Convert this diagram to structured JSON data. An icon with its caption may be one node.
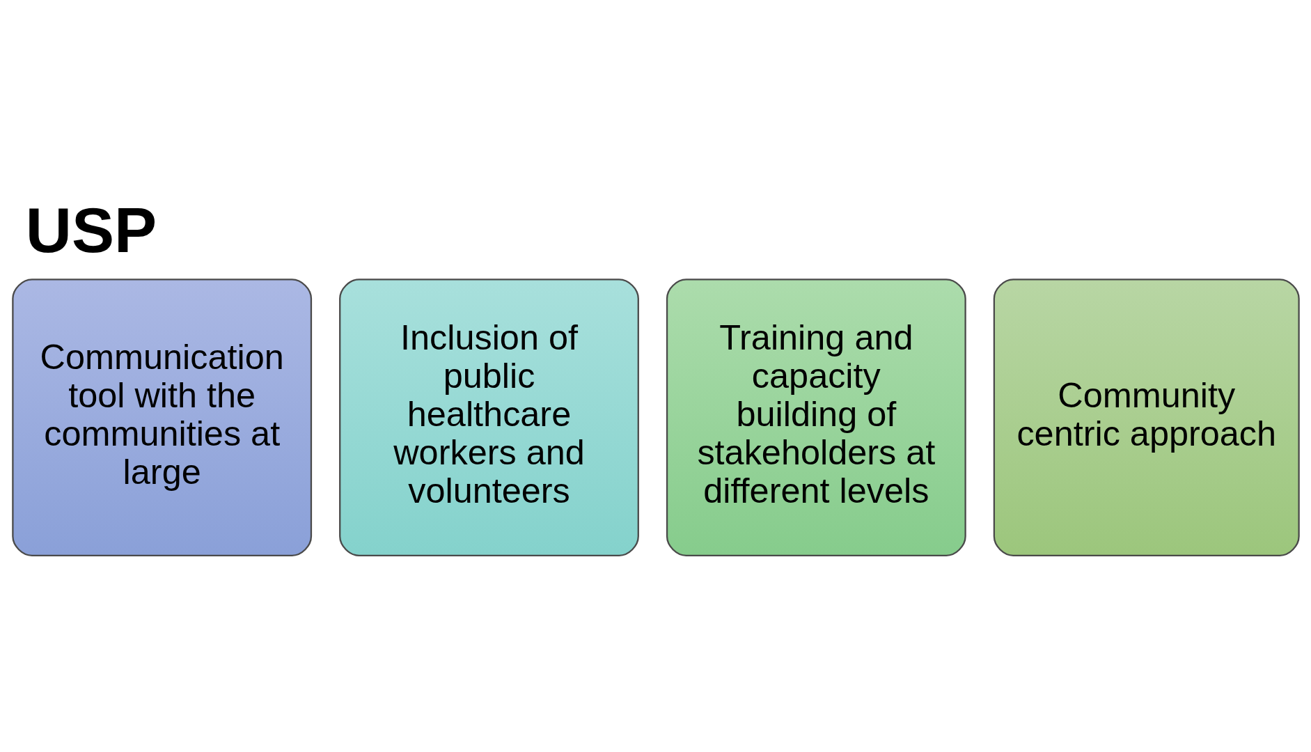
{
  "diagram": {
    "title": "USP",
    "nodes": [
      {
        "text": [
          "Communication tool with the communities at large"
        ]
      },
      {
        "text": [
          "Inclusion of public healthcare workers and volunteers"
        ]
      },
      {
        "text": [
          "Training and capacity building of stakeholders at different levels"
        ]
      },
      {
        "text": [
          "Community centric approach"
        ]
      }
    ]
  }
}
